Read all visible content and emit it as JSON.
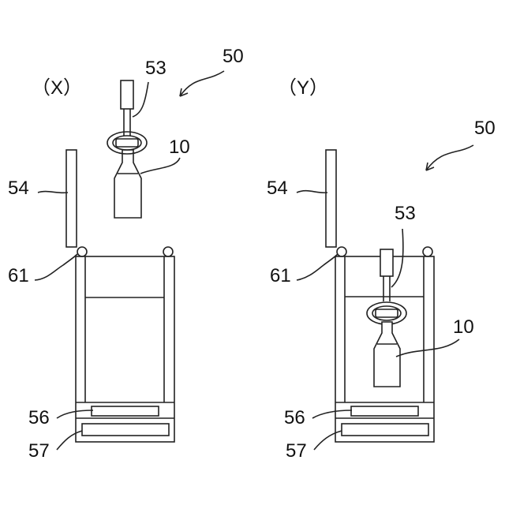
{
  "figure": {
    "panels": [
      {
        "id": "X",
        "caption": "（X）",
        "labels": {
          "assembly": "50",
          "gripper": "53",
          "object": "10",
          "lid": "54",
          "hinge": "61",
          "plate_upper": "56",
          "plate_lower": "57"
        }
      },
      {
        "id": "Y",
        "caption": "（Y）",
        "labels": {
          "assembly": "50",
          "gripper": "53",
          "object": "10",
          "lid": "54",
          "hinge": "61",
          "plate_upper": "56",
          "plate_lower": "57"
        }
      }
    ]
  }
}
